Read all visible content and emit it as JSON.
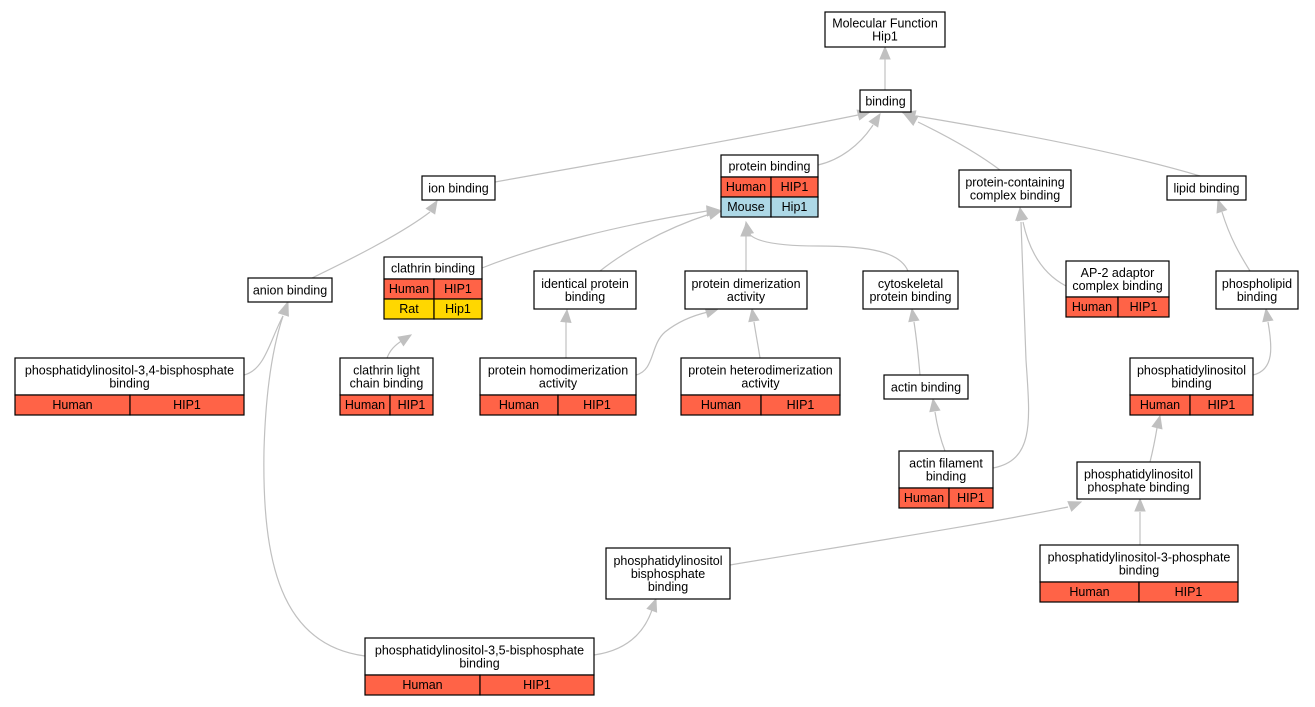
{
  "nodes": {
    "mf": {
      "lines": [
        "Molecular Function",
        "Hip1"
      ]
    },
    "binding": {
      "lines": [
        "binding"
      ]
    },
    "ion": {
      "lines": [
        "ion binding"
      ]
    },
    "protein": {
      "lines": [
        "protein binding"
      ],
      "rows": [
        [
          "Human",
          "HIP1"
        ],
        [
          "Mouse",
          "Hip1"
        ]
      ]
    },
    "pccb": {
      "lines": [
        "protein-containing",
        "complex binding"
      ]
    },
    "lipid": {
      "lines": [
        "lipid binding"
      ]
    },
    "anion": {
      "lines": [
        "anion binding"
      ]
    },
    "clathrin": {
      "lines": [
        "clathrin binding"
      ],
      "rows": [
        [
          "Human",
          "HIP1"
        ],
        [
          "Rat",
          "Hip1"
        ]
      ]
    },
    "identical": {
      "lines": [
        "identical protein",
        "binding"
      ]
    },
    "dimer": {
      "lines": [
        "protein dimerization",
        "activity"
      ]
    },
    "cyto": {
      "lines": [
        "cytoskeletal",
        "protein binding"
      ]
    },
    "ap2": {
      "lines": [
        "AP-2 adaptor",
        "complex binding"
      ],
      "rows": [
        [
          "Human",
          "HIP1"
        ]
      ]
    },
    "phospholipid": {
      "lines": [
        "phospholipid",
        "binding"
      ]
    },
    "pi34": {
      "lines": [
        "phosphatidylinositol-3,4-bisphosphate",
        "binding"
      ],
      "rows": [
        [
          "Human",
          "HIP1"
        ]
      ]
    },
    "clc": {
      "lines": [
        "clathrin light",
        "chain binding"
      ],
      "rows": [
        [
          "Human",
          "HIP1"
        ]
      ]
    },
    "homo": {
      "lines": [
        "protein homodimerization",
        "activity"
      ],
      "rows": [
        [
          "Human",
          "HIP1"
        ]
      ]
    },
    "hetero": {
      "lines": [
        "protein heterodimerization",
        "activity"
      ],
      "rows": [
        [
          "Human",
          "HIP1"
        ]
      ]
    },
    "actin": {
      "lines": [
        "actin binding"
      ]
    },
    "pi": {
      "lines": [
        "phosphatidylinositol",
        "binding"
      ],
      "rows": [
        [
          "Human",
          "HIP1"
        ]
      ]
    },
    "actinfil": {
      "lines": [
        "actin filament",
        "binding"
      ],
      "rows": [
        [
          "Human",
          "HIP1"
        ]
      ]
    },
    "pip": {
      "lines": [
        "phosphatidylinositol",
        "phosphate binding"
      ]
    },
    "pibis": {
      "lines": [
        "phosphatidylinositol",
        "bisphosphate",
        "binding"
      ]
    },
    "pi3p": {
      "lines": [
        "phosphatidylinositol-3-phosphate",
        "binding"
      ],
      "rows": [
        [
          "Human",
          "HIP1"
        ]
      ]
    },
    "pi35": {
      "lines": [
        "phosphatidylinositol-3,5-bisphosphate",
        "binding"
      ],
      "rows": [
        [
          "Human",
          "HIP1"
        ]
      ]
    }
  },
  "colors": {
    "Human": "#ff6347",
    "Mouse": "#add8e6",
    "Rat": "#ffd700",
    "edge": "#c0c0c0"
  }
}
